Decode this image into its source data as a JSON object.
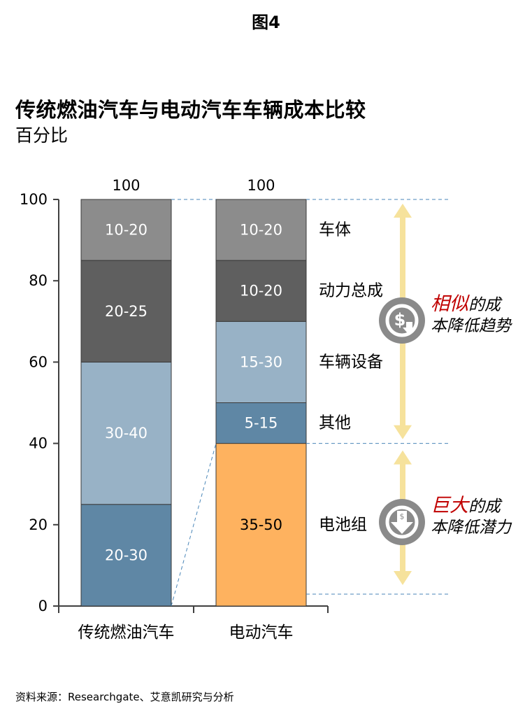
{
  "figure_label": "图4",
  "title": "传统燃油汽车与电动汽车车辆成本比较",
  "subtitle": "百分比",
  "source": "资料来源：Researchgate、艾意凯研究与分析",
  "callouts": [
    {
      "highlight": "相似",
      "rest1": "的成",
      "line2": "本降低趋势",
      "icon": "dollar-down-arrow-icon"
    },
    {
      "highlight": "巨大",
      "rest1": "的成",
      "line2": "本降低潜力",
      "icon": "dollar-down-arrow-icon"
    }
  ],
  "colors": {
    "car_body": "#8c8c8c",
    "powertrain": "#5f5f5f",
    "vehicle_equipment": "#98b2c6",
    "other": "#5f87a5",
    "battery": "#feb25f",
    "arrow": "#f6e29c",
    "highlight": "#c00000",
    "dashed": "#4a86b8"
  },
  "chart_data": {
    "type": "bar",
    "stacked": true,
    "ylim": [
      0,
      100
    ],
    "yticks": [
      0,
      20,
      40,
      60,
      80,
      100
    ],
    "categories": [
      "传统燃油汽车",
      "电动汽车"
    ],
    "totals": [
      "100",
      "100"
    ],
    "series": [
      {
        "name": "电池组",
        "color_key": "battery",
        "values": [
          0,
          40
        ],
        "labels": [
          "",
          "35-50"
        ]
      },
      {
        "name": "其他",
        "color_key": "other",
        "values": [
          25,
          10
        ],
        "labels": [
          "20-30",
          "5-15"
        ]
      },
      {
        "name": "车辆设备",
        "color_key": "vehicle_equipment",
        "values": [
          35,
          20
        ],
        "labels": [
          "30-40",
          "15-30"
        ]
      },
      {
        "name": "动力总成",
        "color_key": "powertrain",
        "values": [
          25,
          15
        ],
        "labels": [
          "20-25",
          "10-20"
        ]
      },
      {
        "name": "车体",
        "color_key": "car_body",
        "values": [
          15,
          15
        ],
        "labels": [
          "10-20",
          "10-20"
        ]
      }
    ],
    "segment_legend": [
      {
        "label": "车体",
        "y": 92.5
      },
      {
        "label": "动力总成",
        "y": 77.5
      },
      {
        "label": "车辆设备",
        "y": 60
      },
      {
        "label": "其他",
        "y": 45
      },
      {
        "label": "电池组",
        "y": 20
      }
    ],
    "arrows": [
      {
        "from": 100,
        "to": 40
      },
      {
        "from": 40,
        "to": 0
      }
    ]
  }
}
